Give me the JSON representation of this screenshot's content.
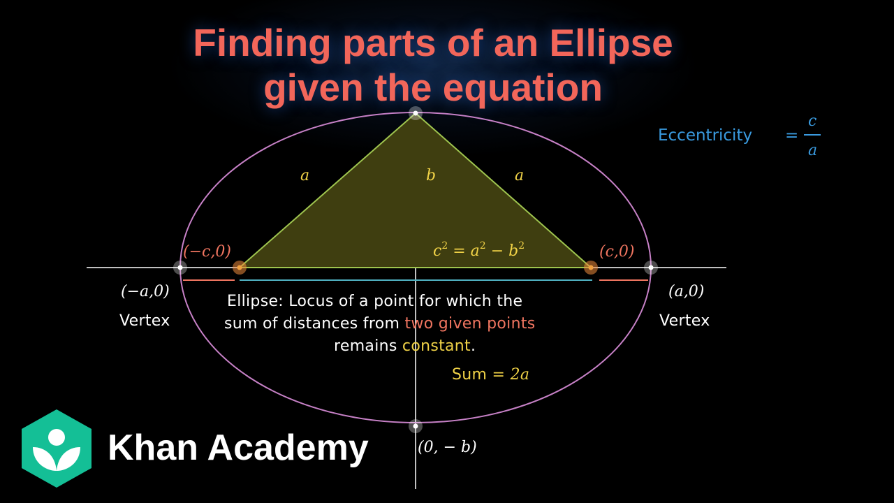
{
  "title": {
    "line1": "Finding parts of an Ellipse",
    "line2": "given the equation"
  },
  "colors": {
    "title": "#f2665a",
    "ellipse": "#c781c7",
    "triangle": "#9fc54f",
    "triangle_fill": "#3f3e10",
    "math_yellow": "#f0d247",
    "focus_red": "#f07560",
    "eccentricity_blue": "#3a9be0",
    "logo_green": "#14bf96"
  },
  "labels": {
    "side_a_left": "a",
    "side_b": "b",
    "side_a_right": "a",
    "relation": {
      "c": "c",
      "sq": "2",
      "eq_a": " = a",
      "minus_b": " − b"
    },
    "focus_left": "(−c,0)",
    "focus_right": "(c,0)",
    "vertex_left_coord": "(−a,0)",
    "vertex_right_coord": "(a,0)",
    "vertex_left_word": "Vertex",
    "vertex_right_word": "Vertex",
    "covertex_bottom": "(0, − b)"
  },
  "eccentricity": {
    "word": "Eccentricity",
    "equals": "=",
    "numerator": "c",
    "denominator": "a"
  },
  "definition": {
    "line1": "Ellipse: Locus of a point for which the",
    "line2_start": "sum of distances from ",
    "line2_highlight": "two given points",
    "line3_start": "remains ",
    "line3_highlight": "constant",
    "line3_end": ".",
    "sum_label": "Sum",
    "sum_value": " = 2a"
  },
  "brand": {
    "name": "Khan Academy",
    "logo_icon": "khan-academy-hexagon-logo"
  }
}
